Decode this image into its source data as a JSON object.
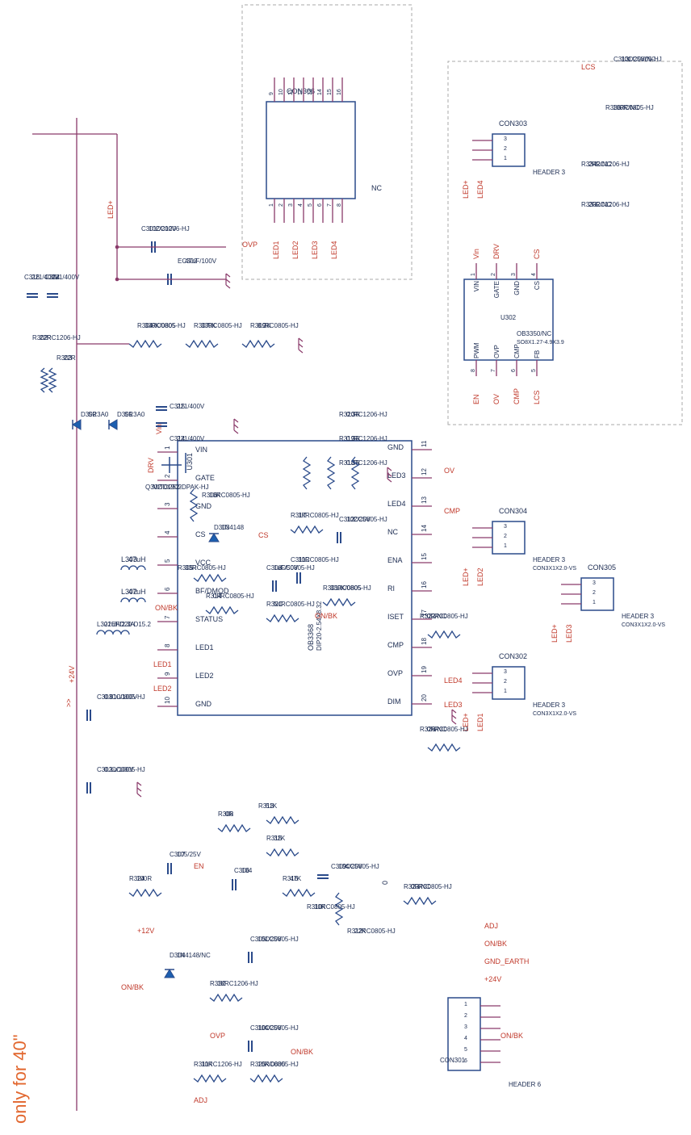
{
  "note": "only for 40\"",
  "colors": {
    "wire": "#8a3a6a",
    "net": "#c0392b",
    "ink": "#1a2a50",
    "component": "#2a4a8a",
    "diode_fill": "#1c5fb0",
    "box": "#aaaaaa",
    "note": "#e2672f"
  },
  "nets": {
    "led_plus": "LED+",
    "ovp": "OVP",
    "cs": "CS",
    "on_bk": "ON/BK",
    "drv": "DRV",
    "vin": "Vin",
    "en": "EN",
    "ov": "OV",
    "cmp": "CMP",
    "adj": "ADJ",
    "p24v": "+24V",
    "p12v": "+12V",
    "led1": "LED1",
    "led2": "LED2",
    "led3": "LED3",
    "led4": "LED4",
    "lcs": "LCS",
    "gnd_earth": "GND_EARTH"
  },
  "u301": {
    "ref": "U301",
    "part": "OB3368",
    "pkg": "DIP20-2.54X8.32",
    "pins_top": [
      {
        "num": "1",
        "name": "VIN"
      },
      {
        "num": "2",
        "name": "GATE"
      },
      {
        "num": "3",
        "name": "GND"
      },
      {
        "num": "4",
        "name": "CS"
      },
      {
        "num": "5",
        "name": "VCC"
      },
      {
        "num": "6",
        "name": "BF/DMOD"
      },
      {
        "num": "7",
        "name": "STATUS"
      },
      {
        "num": "8",
        "name": "LED1"
      },
      {
        "num": "9",
        "name": "LED2"
      },
      {
        "num": "10",
        "name": "GND"
      }
    ],
    "pins_bottom": [
      {
        "num": "20",
        "name": "DIM"
      },
      {
        "num": "19",
        "name": "OVP"
      },
      {
        "num": "18",
        "name": "CMP"
      },
      {
        "num": "17",
        "name": "ISET"
      },
      {
        "num": "16",
        "name": "RI"
      },
      {
        "num": "15",
        "name": "ENA"
      },
      {
        "num": "14",
        "name": "NC"
      },
      {
        "num": "13",
        "name": "LED4"
      },
      {
        "num": "12",
        "name": "LED3"
      },
      {
        "num": "11",
        "name": "GND"
      }
    ]
  },
  "u302": {
    "ref": "U302",
    "part": "OB3350/NC",
    "pkg": "SO8X1.27-4.9X3.9",
    "pins_left": [
      {
        "num": "8",
        "name": "PWM"
      },
      {
        "num": "7",
        "name": "OVP"
      },
      {
        "num": "6",
        "name": "CMP"
      },
      {
        "num": "5",
        "name": "FB"
      }
    ],
    "pins_right": [
      {
        "num": "1",
        "name": "VIN"
      },
      {
        "num": "2",
        "name": "GATE"
      },
      {
        "num": "3",
        "name": "GND"
      },
      {
        "num": "4",
        "name": "CS"
      }
    ],
    "left_nets": [
      "EN",
      "OV",
      "CMP",
      "LCS"
    ],
    "right_nets": [
      "Vin",
      "DRV",
      "",
      "CS"
    ]
  },
  "con306": {
    "ref": "CON306",
    "nc": "NC",
    "pins_left": [
      "1",
      "2",
      "3",
      "4",
      "5",
      "6",
      "7",
      "8"
    ],
    "pins_right": [
      "9",
      "10",
      "11",
      "12",
      "13",
      "14",
      "15",
      "16"
    ],
    "left_nets": [
      "LED1",
      "LED2",
      "LED3",
      "LED4"
    ]
  },
  "headers": [
    {
      "ref": "CON303",
      "type": "HEADER 3",
      "pkg": "",
      "pins": [
        "1",
        "2",
        "3"
      ],
      "nets": [
        "LED+",
        "LED4"
      ]
    },
    {
      "ref": "CON304",
      "type": "HEADER 3",
      "pkg": "CON3X1X2.0-VS",
      "pins": [
        "1",
        "2",
        "3"
      ],
      "nets": [
        "LED+",
        "LED2"
      ]
    },
    {
      "ref": "CON305",
      "type": "HEADER 3",
      "pkg": "CON3X1X2.0-VS",
      "pins": [
        "1",
        "2",
        "3"
      ],
      "nets": [
        "LED+",
        "LED3"
      ]
    },
    {
      "ref": "CON302",
      "type": "HEADER 3",
      "pkg": "CON3X1X2.0-VS",
      "pins": [
        "1",
        "2",
        "3"
      ],
      "nets": [
        "LED+",
        "LED1"
      ]
    }
  ],
  "con301": {
    "ref": "CON301",
    "type": "HEADER 6",
    "pins": [
      "6",
      "5",
      "4",
      "3",
      "2",
      "1"
    ],
    "nets": [
      "+24V",
      "GND_EARTH",
      "ON/BK",
      "ADJ"
    ],
    "extra": "ON/BK"
  },
  "components": {
    "r302": [
      "R302",
      "22R",
      "RC1206-HJ"
    ],
    "r303": [
      "R303",
      "22R"
    ],
    "c316": [
      "C316",
      "221/400V"
    ],
    "c304": [
      "C304",
      "221/400V"
    ],
    "c301": [
      "C301",
      "102/200V",
      "CC1206-HJ"
    ],
    "ec302": [
      "EC302",
      "47uF/100V"
    ],
    "d302": [
      "D302",
      "SR3A0"
    ],
    "d301": [
      "D301",
      "SR3A0"
    ],
    "r304": [
      "R304",
      "330K/0805",
      "RC0805-HJ"
    ],
    "r307": [
      "R307",
      "330K",
      "RC0805-HJ"
    ],
    "r309": [
      "R309",
      "8.2K",
      "RC0805-HJ"
    ],
    "c315": [
      "C315",
      "221/400V"
    ],
    "c314": [
      "C314",
      "221/400V"
    ],
    "l301": [
      "L301",
      "22uH/2.3A",
      "EFD20-D15.2"
    ],
    "q302": [
      "Q302",
      "MDD1902",
      "TO252-DPAK-HJ"
    ],
    "r306": [
      "R306",
      "10K",
      "RC0805-HJ"
    ],
    "r320": [
      "R320",
      "0.3R",
      "RC1206-HJ"
    ],
    "r319": [
      "R319",
      "0.3R",
      "RC1206-HJ"
    ],
    "r318": [
      "R318",
      "0.3R",
      "RC1206-HJ"
    ],
    "r317": [
      "R317",
      "1K",
      "RC0805-HJ"
    ],
    "c312": [
      "C312",
      "102/25V",
      "CC0805-HJ"
    ],
    "d303": [
      "D303",
      "1N4148"
    ],
    "r305": [
      "R305",
      "33R",
      "RC0805-HJ"
    ],
    "l302": [
      "L302",
      "47uH"
    ],
    "l303": [
      "L303",
      "47uH"
    ],
    "r314": [
      "R314",
      "0R",
      "RC0805-HJ"
    ],
    "c308": [
      "C308",
      "1uF/50V",
      "CC0805-HJ"
    ],
    "c311": [
      "C311",
      "10R",
      "CC0805-HJ"
    ],
    "r321": [
      "R321",
      "NC",
      "RC0805-HJ"
    ],
    "r301": [
      "R301",
      "330K/0805",
      "RC0805-HJ"
    ],
    "c303": [
      "C303",
      "0.01u/100V",
      "CC0805-HJ"
    ],
    "c302": [
      "C302",
      "0.1u/100V",
      "CC0805-HJ"
    ],
    "r322": [
      "R322",
      "0R/NC",
      "RC0805-HJ"
    ],
    "r326": [
      "R326",
      "0R/NC",
      "RC0805-HJ"
    ],
    "r324": [
      "R324",
      "100R"
    ],
    "c307": [
      "C307",
      "105/25V"
    ],
    "r308": [
      "R308",
      "0R"
    ],
    "c306": [
      "C306",
      "104"
    ],
    "r313": [
      "R313",
      "51K"
    ],
    "r315": [
      "R315",
      "32K"
    ],
    "r316": [
      "R316",
      "47K"
    ],
    "c309": [
      "C309",
      "104/25V",
      "CC0805-HJ"
    ],
    "r312": [
      "R312",
      "22K",
      "RC0805-HJ"
    ],
    "r310": [
      "R310",
      "10K",
      "RC0805-HJ"
    ],
    "r323": [
      "R323",
      "0R/NC",
      "RC0805-HJ"
    ],
    "c305": [
      "C305",
      "101/25V",
      "CC0805-HJ"
    ],
    "r332": [
      "R332",
      "1K",
      "RC1206-HJ"
    ],
    "d304": [
      "D304",
      "1N4148/NC"
    ],
    "c310": [
      "C310",
      "104/25V",
      "CC0805-HJ"
    ],
    "r311": [
      "R311",
      "10K",
      "RC1206-HJ"
    ],
    "r325": [
      "R325",
      "10K/0805",
      "RC0805-HJ"
    ],
    "r336": [
      "R336",
      "100R/NC",
      "RC0805-HJ"
    ],
    "c313": [
      "C313",
      "101/25V/NC",
      "CC0805-HJ"
    ],
    "r334": [
      "R334",
      "2R2/NC",
      "RC1206-HJ"
    ],
    "r333": [
      "R333",
      "2R2/NC",
      "RC1206-HJ"
    ]
  },
  "misc": {
    "zero": "0"
  }
}
